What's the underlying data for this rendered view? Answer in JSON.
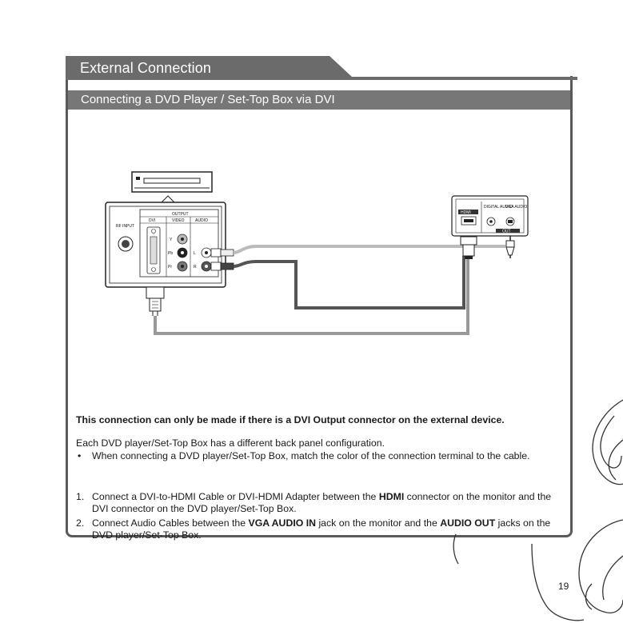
{
  "header": {
    "section_title": "External Connection",
    "subtitle": "Connecting a DVD Player / Set-Top Box via DVI"
  },
  "diagram": {
    "rf_input_label": "RF INPUT",
    "output_label": "OUTPUT",
    "dvi_label": "DVI",
    "video_label": "VIDEO",
    "audio_label": "AUDIO",
    "y_label": "Y",
    "pb_label": "Pb",
    "pr_label": "Pr",
    "l_label": "L",
    "r_label": "R",
    "hdmi_label": "HDMI",
    "digital_audio_label": "DIGITAL AUDIO",
    "vga_audio_label": "VGA AUDIO",
    "out_label": "OUT"
  },
  "body": {
    "note": "This connection can only be made if there is a DVI Output connector on the external device.",
    "intro": "Each DVD player/Set-Top Box has a different back panel configuration.",
    "bullet_symbol": "•",
    "bullet_text": "When connecting a DVD player/Set-Top Box, match the color of the connection terminal to the cable.",
    "step1_num": "1.",
    "step1_a": "Connect a DVI-to-HDMI Cable or DVI-HDMI Adapter between the ",
    "step1_b": "HDMI",
    "step1_c": " connector on the monitor and the DVI connector on the DVD player/Set-Top Box.",
    "step2_num": "2.",
    "step2_a": "Connect Audio Cables between the ",
    "step2_b": "VGA AUDIO IN",
    "step2_c": " jack on the monitor and the ",
    "step2_d": "AUDIO OUT",
    "step2_e": " jacks on the DVD player/Set-Top Box."
  },
  "page_number": "19"
}
